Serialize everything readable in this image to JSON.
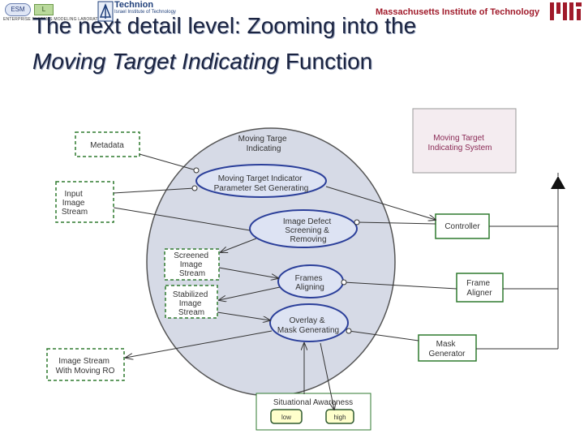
{
  "header": {
    "esml_badge": "ESM",
    "esml_badge2": "L",
    "esml_caption": "ENTERPRISE SYSTEMS MODELING LABORATORY",
    "technion_name": "Technion",
    "technion_sub": "Israel Institute of Technology",
    "mit_name": "Massachusetts Institute of Technology"
  },
  "title": {
    "line1": "The next detail level: Zooming into the",
    "line2_italic": "Moving Target Indicating",
    "line2_rest": " Function"
  },
  "diagram": {
    "main_process": [
      "Moving Targe",
      "Indicating"
    ],
    "system": [
      "Moving Target",
      "Indicating System"
    ],
    "objects": {
      "metadata": [
        "Metadata"
      ],
      "input_stream": [
        "Input",
        "Image",
        "Stream"
      ],
      "screened": [
        "Screened",
        "Image",
        "Stream"
      ],
      "stabilized": [
        "Stabilized",
        "Image",
        "Stream"
      ],
      "output_stream": [
        "Image Stream",
        "With Moving RO"
      ],
      "controller": [
        "Controller"
      ],
      "frame_aligner": [
        "Frame",
        "Aligner"
      ],
      "mask_generator": [
        "Mask",
        "Generator"
      ]
    },
    "processes": {
      "param_gen": [
        "Moving Target Indicator",
        "Parameter Set Generating"
      ],
      "defect": [
        "Image Defect",
        "Screening &",
        "Removing"
      ],
      "aligning": [
        "Frames",
        "Aligning"
      ],
      "overlay": [
        "Overlay &",
        "Mask Generating"
      ]
    },
    "situational": {
      "label": "Situational Awareness",
      "low": "low",
      "high": "high"
    }
  },
  "colors": {
    "main_fill": "#d6dae6",
    "process_fill": "#dde3f3",
    "process_stroke": "#2b3f9a",
    "object_stroke": "#2f7a2f",
    "system_fill": "#f4ecf0"
  }
}
